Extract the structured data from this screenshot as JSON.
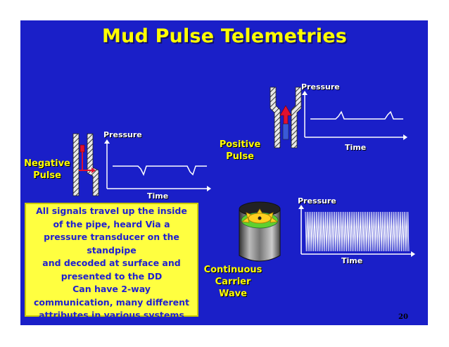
{
  "slide": {
    "title": "Mud Pulse Telemetries",
    "page_number": "20",
    "colors": {
      "background": "#1a1fc8",
      "title": "#ffff00",
      "note_bg": "#ffff40",
      "note_text": "#2020d0"
    }
  },
  "negative_pulse": {
    "label_line1": "Negative",
    "label_line2": "Pulse",
    "y_label": "Pressure",
    "x_label": "Time"
  },
  "positive_pulse": {
    "label_line1": "Positive",
    "label_line2": "Pulse",
    "y_label": "Pressure",
    "x_label": "Time"
  },
  "continuous_wave": {
    "label_line1": "Continuous",
    "label_line2": "Carrier",
    "label_line3": "Wave",
    "y_label": "Pressure",
    "x_label": "Time"
  },
  "note": {
    "lines": [
      "All signals travel up the inside",
      "of the pipe,  heard Via a",
      "pressure transducer on the",
      "standpipe",
      "and decoded at surface and",
      "presented to the DD",
      "Can have 2-way",
      "communication, many different",
      "attributes in various systems"
    ]
  }
}
